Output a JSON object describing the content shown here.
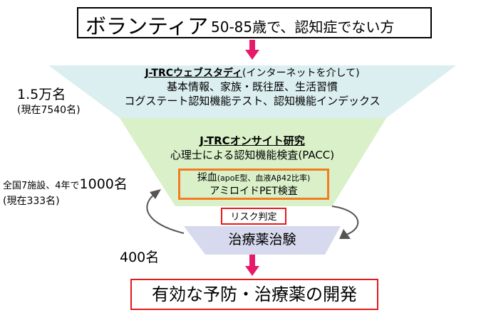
{
  "colors": {
    "web_funnel": "#dbeef0",
    "onsite_funnel": "#d9f0c8",
    "trial_funnel": "#d7d9ee",
    "accent_red": "#e3191b",
    "arrow_pink": "#e6196a",
    "orange": "#f37c20"
  },
  "volunteer": {
    "title": "ボランティア",
    "criteria": "50-85歳で、認知症でない方"
  },
  "web_study": {
    "title": "J-TRCウェブスタディ",
    "title_note": "(インターネットを介して)",
    "line1": "基本情報、家族・既往歴、生活習慣",
    "line2": "コグステート認知機能テスト、認知機能インデックス"
  },
  "web_count": {
    "value": "1.5万名",
    "current": "(現在7540名)"
  },
  "onsite": {
    "title": "J-TRCオンサイト研究",
    "subtitle": "心理士による認知機能検査(PACC)",
    "test_line1_main": "採血",
    "test_line1_note": "(apoE型、血液Aβ42比率)",
    "test_line2": "アミロイドPET検査"
  },
  "onsite_count": {
    "prefix": "全国7施設、4年で",
    "value": "1000名",
    "current": "(現在333名)"
  },
  "risk": {
    "label": "リスク判定"
  },
  "trial": {
    "label": "治療薬治験"
  },
  "trial_count": {
    "value": "400名"
  },
  "goal": {
    "label": "有効な予防・治療薬の開発"
  }
}
